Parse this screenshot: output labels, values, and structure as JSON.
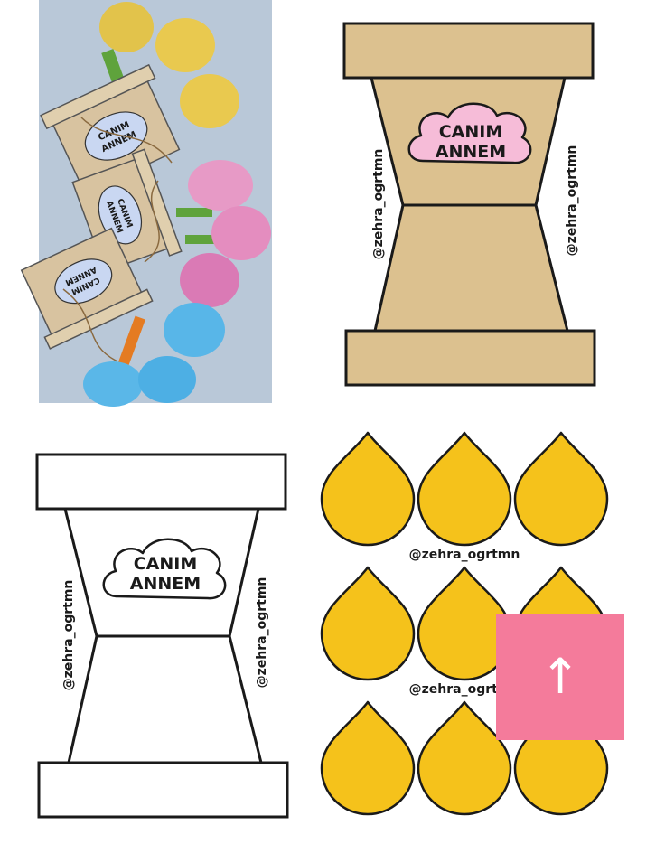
{
  "card_heading": {
    "line1": "CANIM",
    "line2": "ANNEM"
  },
  "watermark": "@zehra_ogrtmn",
  "scroll_top": {
    "icon": "arrow-up-icon",
    "glyph": "↑"
  },
  "colors": {
    "photo_bg": "#b9c8d8",
    "pot_fill": "#dcc18f",
    "cloud_pink": "#f6bcd8",
    "petal_yellow": "#f5c21b",
    "outline": "#1a1a1a",
    "scroll_button": "#f47b9b"
  }
}
